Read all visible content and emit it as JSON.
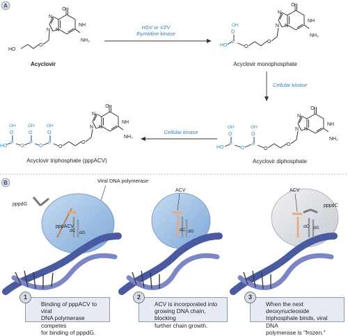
{
  "panel_a": {
    "label": "A",
    "compounds": {
      "acyclovir": {
        "name": "Acyclovir",
        "atoms": {
          "h": "H",
          "o1": "O",
          "o2": "O",
          "n7": "N",
          "n9": "N",
          "n1": "N",
          "nh": "NH",
          "nh2": "NH₂",
          "n3": "N"
        }
      },
      "monophosphate": {
        "name": "Acyclovir monophosphate",
        "atoms": {
          "oh": "OH",
          "o_top": "O",
          "ho": "HO",
          "p": "P",
          "o_ester": "O",
          "o_chain": "O",
          "n7": "N",
          "n9": "N",
          "n1": "N",
          "nh": "NH",
          "nh2": "NH₂",
          "n3": "N"
        }
      },
      "diphosphate": {
        "name": "Acyclovir diphosphate",
        "atoms": {
          "oh1": "OH",
          "oh2": "OH",
          "ho": "HO",
          "p1": "P",
          "o_bridge": "O",
          "p2": "P",
          "o_top1": "O",
          "o_top2": "O",
          "o_ester": "O",
          "o_chain": "O",
          "n7": "N",
          "n9": "N",
          "n1": "N",
          "nh": "NH",
          "nh2": "NH₂",
          "n3": "N"
        }
      },
      "triphosphate": {
        "name": "Acyclovir triphosphate (pppACV)",
        "atoms": {
          "oh1": "OH",
          "oh2": "OH",
          "oh3": "OH",
          "ho": "HO",
          "p1": "P",
          "o_b1": "O",
          "p2": "P",
          "o_b2": "O",
          "p3": "P",
          "o_t1": "O",
          "o_t2": "O",
          "o_t3": "O",
          "o_ester": "O",
          "o_chain": "O",
          "n7": "N",
          "n9": "N",
          "n1": "N",
          "nh": "NH",
          "nh2": "NH₂",
          "n3": "N"
        }
      }
    },
    "enzymes": {
      "step1_line1": "HSV or VZV",
      "step1_line2": "thymidine kinase",
      "step2": "Cellular kinase",
      "step3": "Cellular kinase"
    }
  },
  "panel_b": {
    "label": "B",
    "scene1": {
      "polymerase": "Viral DNA polymerase",
      "drug": "pppACV",
      "free_nucleotide": "pppdG",
      "base1": "dC",
      "base2": "dG"
    },
    "scene2": {
      "drug": "ACV",
      "base1": "dC",
      "base2": "dG"
    },
    "scene3": {
      "drug": "ACV",
      "next_nucleotide": "pppdC",
      "base1": "dC",
      "base2": "dG"
    },
    "captions": [
      {
        "number": "1",
        "lines": [
          "Binding of pppACV to viral",
          "DNA polymerase competes",
          "for binding of pppdG."
        ]
      },
      {
        "number": "2",
        "lines": [
          "ACV is incorporated into",
          "growing DNA chain, blocking",
          "further chain growth."
        ]
      },
      {
        "number": "3",
        "lines": [
          "When the next deoxynucleoside",
          "triphosphate binds, viral DNA",
          "polymerase is \"frozen.\""
        ]
      }
    ]
  },
  "colors": {
    "enzyme_text": "#2e7fb9",
    "phosphate_text": "#2e8ec9",
    "polymerase_blue": "#9fc1e6",
    "polymerase_frozen": "#dcdfe3",
    "drug_orange": "#eba77a",
    "helix_purple": "#5a6aad",
    "caption_box": "#e6eaf2"
  }
}
